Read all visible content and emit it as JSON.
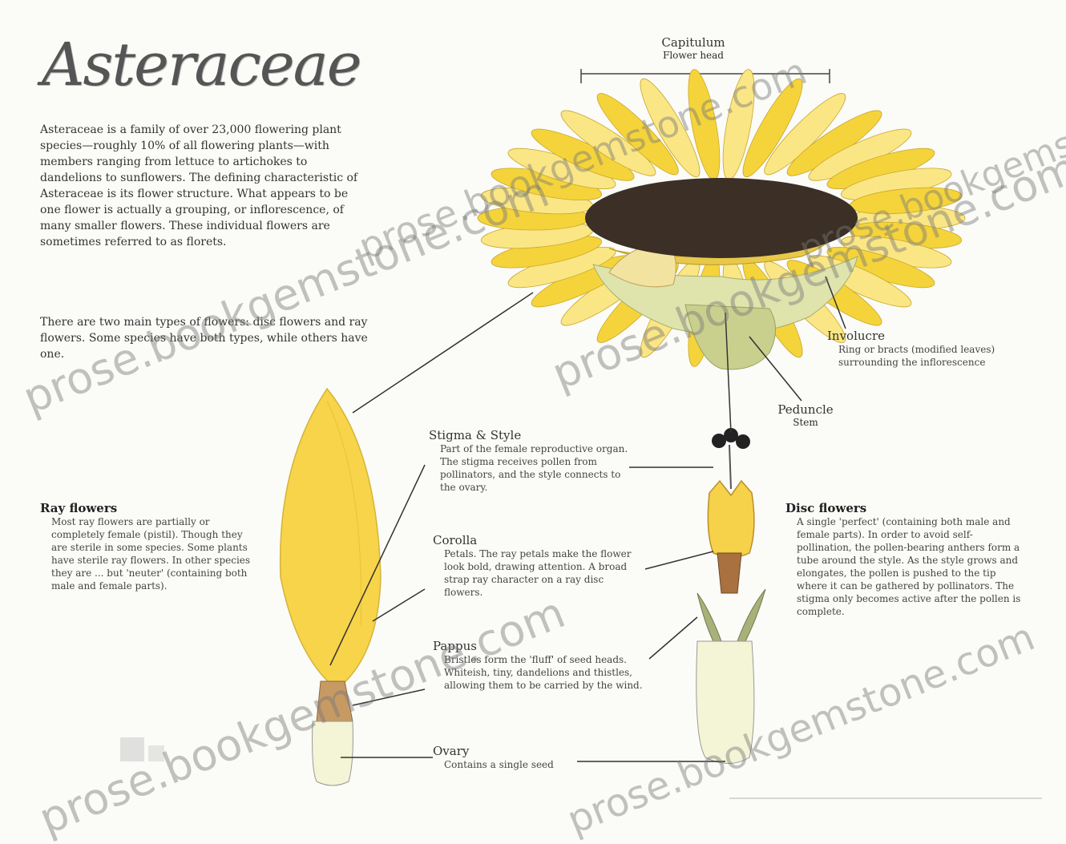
{
  "title": "Asteraceae",
  "intro": {
    "p1": "Asteraceae is a family of over 23,000 flowering plant species—roughly 10% of all flowering plants—with members ranging from lettuce to artichokes to dandelions to sunflowers. The defining characteristic of Asteraceae is its flower structure. What appears to be one flower is actually a grouping, or inflorescence, of many smaller flowers. These individual flowers are sometimes referred to as florets.",
    "p2": "There are two main types of flowers: disc flowers and ray flowers. Some species have both types, while others have one."
  },
  "capitulum": {
    "name": "Capitulum",
    "sub": "Flower head"
  },
  "involucre": {
    "name": "Involucre",
    "desc": "Ring or bracts (modified leaves) surrounding the inflorescence"
  },
  "peduncle": {
    "name": "Peduncle",
    "sub": "Stem"
  },
  "ray_flowers": {
    "name": "Ray flowers",
    "desc": "Most ray flowers are partially or completely female (pistil). Though they are sterile in some species. Some plants have sterile ray flowers. In other species they are ... but 'neuter' (containing both male and female parts)."
  },
  "stigma_style": {
    "name": "Stigma & Style",
    "desc": "Part of the female reproductive organ. The stigma receives pollen from pollinators, and the style connects to the ovary."
  },
  "corolla": {
    "name": "Corolla",
    "desc": "Petals. The ray petals make the flower look bold, drawing attention. A broad strap ray character on a ray disc flowers."
  },
  "pappus": {
    "name": "Pappus",
    "desc": "Bristles form the 'fluff' of seed heads. Whiteish, tiny, dandelions and thistles, allowing them to be carried by the wind."
  },
  "ovary": {
    "name": "Ovary",
    "desc": "Contains a single seed"
  },
  "disc_flowers": {
    "name": "Disc flowers",
    "desc": "A single 'perfect' (containing both male and female parts). In order to avoid self-pollination, the pollen-bearing anthers form a tube around the style. As the style grows and elongates, the pollen is pushed to the tip where it can be gathered by pollinators. The stigma only becomes active after the pollen is complete."
  },
  "watermarks": [
    "prose.bookgemstone.com",
    "prose.bookgemstone.com",
    "prose.bookgemstone.com",
    "prose.bookgemstone.com",
    "prose.bookgemstone.com",
    "prose.bookgemstone.com"
  ],
  "colors": {
    "petal": "#f5d43b",
    "petal_light": "#fae685",
    "disc": "#3b2f26",
    "bract": "#dfe3ac",
    "line": "#333333"
  }
}
